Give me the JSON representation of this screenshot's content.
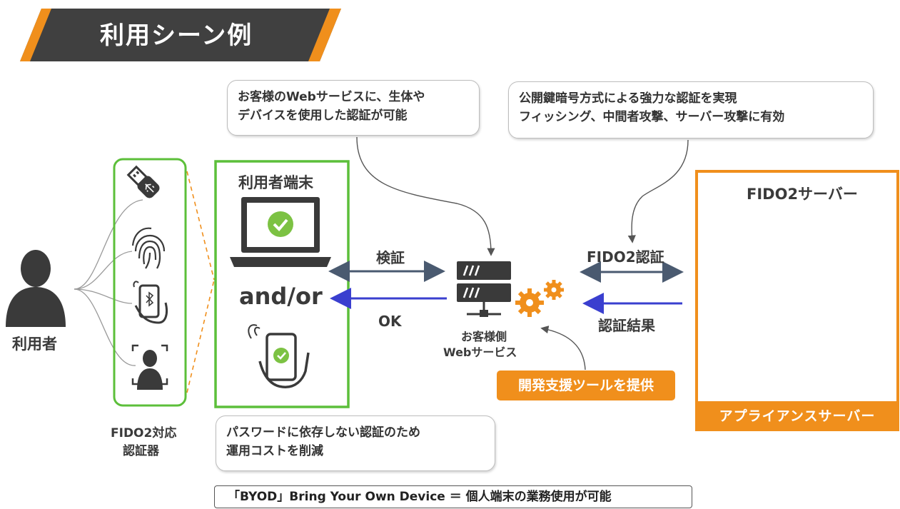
{
  "title": "利用シーン例",
  "callouts": {
    "web_service": [
      "お客様のWebサービスに、生体や",
      "デバイスを使用した認証が可能"
    ],
    "public_key": [
      "公開鍵暗号方式による強力な認証を実現",
      "フィッシング、中間者攻撃、サーバー攻撃に有効"
    ],
    "password": [
      "パスワードに依存しない認証のため",
      "運用コストを削減"
    ]
  },
  "labels": {
    "user": "利用者",
    "authenticator": [
      "FIDO2対応",
      "認証器"
    ],
    "terminal": "利用者端末",
    "and_or": "and/or",
    "verify": "検証",
    "ok": "OK",
    "web_service": [
      "お客様側",
      "Webサービス"
    ],
    "fido2_auth": "FIDO2認証",
    "auth_result": "認証結果",
    "fido2_server": "FIDO2サーバー",
    "appliance": "アプライアンスサーバー",
    "dev_tools": "開発支援ツールを提供",
    "byod": "「BYOD」Bring Your Own Device ＝ 個人端末の業務使用が可能"
  },
  "colors": {
    "banner": "#404040",
    "accent_orange": "#f08f1c",
    "green_frame": "#5cbf3a",
    "arrow_dark": "#4a5a70",
    "arrow_blue": "#3a3fcf",
    "server_red": "#c8382a",
    "server_yellow": "#f2d21a",
    "check_green": "#7cc243"
  },
  "icons": [
    "person-icon",
    "usb-key-icon",
    "fingerprint-icon",
    "bluetooth-phone-icon",
    "face-id-icon",
    "laptop-check-icon",
    "phone-check-icon",
    "server-icon",
    "gears-icon"
  ]
}
